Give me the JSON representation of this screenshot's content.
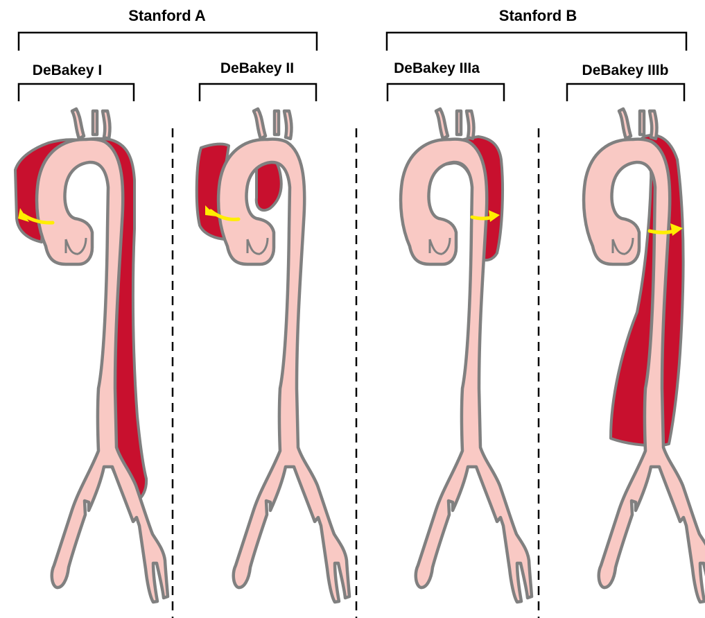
{
  "groups": [
    {
      "label": "Stanford A"
    },
    {
      "label": "Stanford B"
    }
  ],
  "types": [
    {
      "label": "DeBakey I",
      "dissection": "extended-left",
      "tear": "ascending"
    },
    {
      "label": "DeBakey II",
      "dissection": "ascending-only",
      "tear": "ascending"
    },
    {
      "label": "DeBakey IIIa",
      "dissection": "descending-short",
      "tear": "descending"
    },
    {
      "label": "DeBakey IIIb",
      "dissection": "descending-long",
      "tear": "descending"
    }
  ],
  "colors": {
    "vessel_fill": "#f9c9c4",
    "vessel_outline": "#808080",
    "false_lumen": "#c8102e",
    "tear_arrow": "#ffee00",
    "text": "#000000"
  },
  "icons": {
    "aorta": "aorta-diagram",
    "false_lumen": "false-lumen-shape",
    "tear": "entry-tear-arrow"
  }
}
